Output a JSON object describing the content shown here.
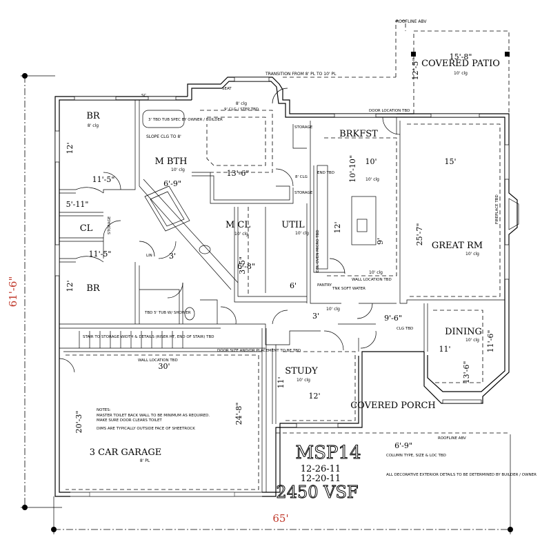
{
  "plan": {
    "rooms": {
      "br1": "BR",
      "br1_clg": "8' clg",
      "br1_h": "12'",
      "br1_w": "11'-5\"",
      "mbth": "M BTH",
      "mbth_clg": "10' clg",
      "mbth_w": "6'-9\"",
      "master_h": "8' clg",
      "master_tray": "9' CLG / STEP TBD",
      "master_w": "13'-6\"",
      "closet_w": "5'-11\"",
      "cl": "CL",
      "br2": "BR",
      "br2_w": "11'-5\"",
      "br2_h": "12'",
      "mcl": "M CL",
      "mcl_clg": "10' clg",
      "mcl_w": "3'-5\"",
      "mcl_w2": "6'-8\"",
      "util": "UTIL",
      "util_clg": "10' clg",
      "util_h": "6'",
      "util_3": "3'",
      "brkfst": "BRKFST",
      "brkfst_h": "10'-10\"",
      "brkfst_w": "10'",
      "brkfst_clg": "10' clg",
      "kitchen_h": "12'",
      "kitchen_9": "9'",
      "kitchen_clg": "10' clg",
      "kitchen_10": "10' clg",
      "great": "GREAT RM",
      "great_clg": "10' clg",
      "great_w": "15'",
      "great_h": "25'-7\"",
      "patio": "COVERED PATIO",
      "patio_clg": "10' clg",
      "patio_w": "15'-8\"",
      "patio_h": "12'-5\"",
      "dining": "DINING",
      "dining_clg": "10' clg",
      "dining_w": "11'",
      "dining_h": "11'-6\"",
      "dining_13": "13'-6\"",
      "hall_w": "9'-6\"",
      "hall_3": "3'",
      "study": "STUDY",
      "study_clg": "10' clg",
      "study_w": "12'",
      "study_h": "11'",
      "porch": "COVERED PORCH",
      "porch_w": "6'-9\"",
      "garage": "3 CAR GARAGE",
      "garage_clg": "8' PL",
      "garage_w": "30'",
      "garage_h": "24'-8\"",
      "garage_h2": "20'-3\"",
      "half_3": "3'"
    },
    "labels": {
      "roofline_top": "ROOFLINE ABV",
      "transition": "TRANSITION FROM 8' PL TO 10' PL",
      "seat": "SEAT",
      "door_tbd": "DOOR LOCATION TBD",
      "slope": "SLOPE CLG TO 8'",
      "tub_note": "3' TBD TUB SPEC BY OWNER / BUILDER",
      "storage1": "STORAGE",
      "storage2": "STORAGE",
      "storage3": "STORAGE",
      "clg8": "8' CLG",
      "end_tbd": "END TBD",
      "dbl_oven": "DBL OVEN MICRO TBD",
      "pantry": "PANTRY",
      "tnk": "TNK SOFT WATER",
      "wall_tbd": "WALL LOCATION TBD",
      "wall_tbd2": "WALL LOCATION TBD",
      "clg_tbd": "CLG TBD",
      "shower": "TBD 5' TUB W/ SHOWER",
      "lin": "LIN",
      "stair": "STAIR TO STORAGE WIDTH & DETAILS (RISER HT, END OF STAIR) TBD",
      "door_note": "DOOR SIZE AND/OR PLACEMENT TO BE TBD",
      "roofline_bot": "ROOFLINE ABV",
      "fireplace": "FIREPLACE TBD",
      "column": "COLUMN TYPE, SIZE & LOC TBD",
      "exterior": "ALL DECORATIVE EXTERIOR DETAILS TO BE DETERMINED BY BUILDER / OWNER",
      "sc": "SC",
      "notes_title": "NOTES:",
      "note1": "MASTER TOILET BACK WALL TO BE MINIMUM AS REQUIRED.",
      "note2": "MAKE SURE DOOR CLEARS TOILET",
      "note3": "DIMS ARE TYPICALLY OUTSIDE FACE OF SHEETROCK"
    },
    "title": "MSP14",
    "date1": "12-26-11",
    "date2": "12-20-11",
    "area": "2450 VSF",
    "overall_depth": "61'-6\"",
    "overall_width": "65'"
  }
}
